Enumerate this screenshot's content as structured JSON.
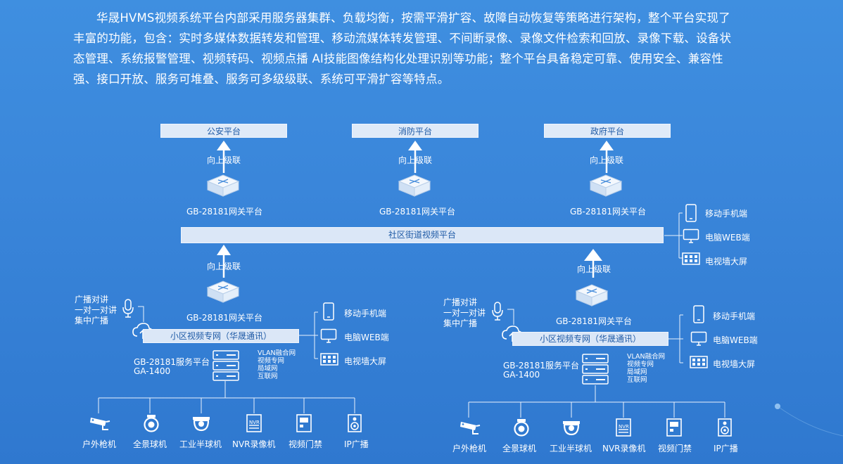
{
  "intro": "华晟HVMS视频系统平台内部采用服务器集群、负载均衡，按需平滑扩容、故障自动恢复等策略进行架构，整个平台实现了丰富的功能，包含：实时多媒体数据转发和管理、移动流媒体转发管理、不间断录像、录像文件检索和回放、录像下载、设备状态管理、系统报警管理、视频转码、视频点播 AI技能图像结构化处理识别等功能；整个平台具备稳定可靠、使用安全、兼容性强、接口开放、服务可堆叠、服务可多级级联、系统可平滑扩容等特点。",
  "top_platforms": [
    "公安平台",
    "消防平台",
    "政府平台"
  ],
  "cascade_label": "向上级联",
  "gateway_label": "GB-28181网关平台",
  "street_platform": "社区街道视频平台",
  "terminals": [
    "移动手机端",
    "电脑WEB端",
    "电视墙大屏"
  ],
  "community": {
    "broadcast": [
      "广播对讲",
      "一对一对讲",
      "集中广播"
    ],
    "network": "小区视频专网（华晟通讯）",
    "server": [
      "GB-28181服务平台",
      "GA-1400"
    ],
    "net_types": [
      "VLAN融合网",
      "视频专网",
      "局域网",
      "互联网"
    ],
    "devices": [
      "户外枪机",
      "全景球机",
      "工业半球机",
      "NVR录像机",
      "视频门禁",
      "IP广播"
    ],
    "nvr_text": "NVR"
  },
  "colors": {
    "background": "#3a86da",
    "panel": "#dbe7f7",
    "panel_text": "#1e5aa6"
  }
}
